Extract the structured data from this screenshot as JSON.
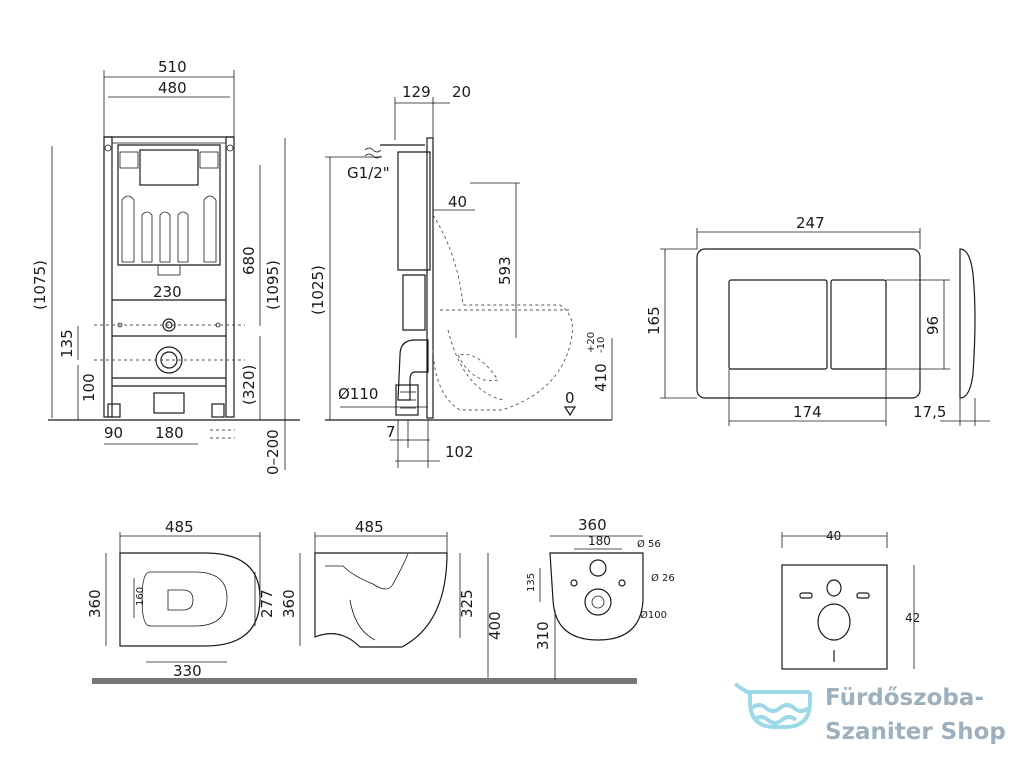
{
  "frame_front": {
    "w510": "510",
    "w480": "480",
    "w230": "230",
    "h1075": "(1075)",
    "h680": "680",
    "h1095": "(1095)",
    "h135": "135",
    "h100": "100",
    "h320": "(320)",
    "w90": "90",
    "w180": "180",
    "h0_200": "0–200"
  },
  "frame_side": {
    "d129": "129",
    "d20": "20",
    "g12": "G1/2\"",
    "h1025": "(1025)",
    "d40": "40",
    "h593": "593",
    "d110": "Ø110",
    "zero": "0",
    "h410": "410",
    "tol_plus": "+20",
    "tol_minus": "-10",
    "d7": "7",
    "d102": "102"
  },
  "plate": {
    "w247": "247",
    "h165": "165",
    "h96": "96",
    "w174": "174",
    "d17_5": "17,5"
  },
  "bowl_top": {
    "w485": "485",
    "h360": "360",
    "h277": "277",
    "w330": "330",
    "h160": "160"
  },
  "bowl_side": {
    "w485": "485",
    "h360": "360",
    "h325": "325",
    "h400": "400"
  },
  "bowl_back": {
    "w360": "360",
    "w180": "180",
    "d56": "Ø 56",
    "d26": "Ø 26",
    "h135": "135",
    "d100": "Ø100",
    "h310": "310"
  },
  "soundpad": {
    "w40": "40",
    "h42": "42"
  },
  "watermark": {
    "line1": "Fürdőszoba-",
    "line2": "Szaniter Shop"
  }
}
